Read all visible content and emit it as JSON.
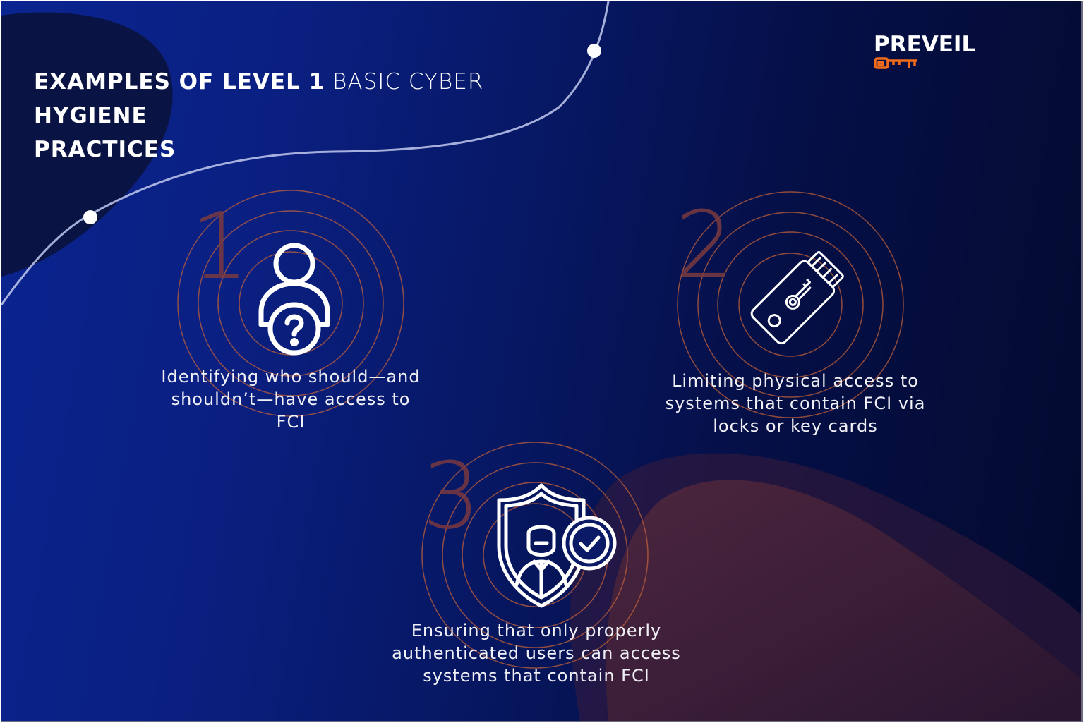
{
  "header": {
    "title_part1_bold": "EXAMPLES OF LEVEL 1",
    "title_part2_light": "BASIC CYBER",
    "title_part3_bold": "HYGIENE",
    "title_line2_bold": "PRACTICES"
  },
  "brand": {
    "name": "PREVEIL",
    "logo_icon": "key-icon",
    "accent_color": "#f26b1d"
  },
  "colors": {
    "background_start": "#0a2490",
    "background_end": "#030a2e",
    "ring_color": "#c0603a",
    "number_color": "#7a3a40",
    "text_color": "#ffffff"
  },
  "practices": [
    {
      "number": "1",
      "icon": "user-question-icon",
      "text_lines": [
        "Identifying who should—and",
        "shouldn’t—have access to",
        "FCI"
      ]
    },
    {
      "number": "2",
      "icon": "key-card-icon",
      "text_lines": [
        "Limiting physical access to",
        "systems that contain FCI via",
        "locks or key cards"
      ]
    },
    {
      "number": "3",
      "icon": "shield-user-check-icon",
      "text_lines": [
        "Ensuring that only properly",
        "authenticated users can access",
        "systems that contain FCI"
      ]
    }
  ]
}
